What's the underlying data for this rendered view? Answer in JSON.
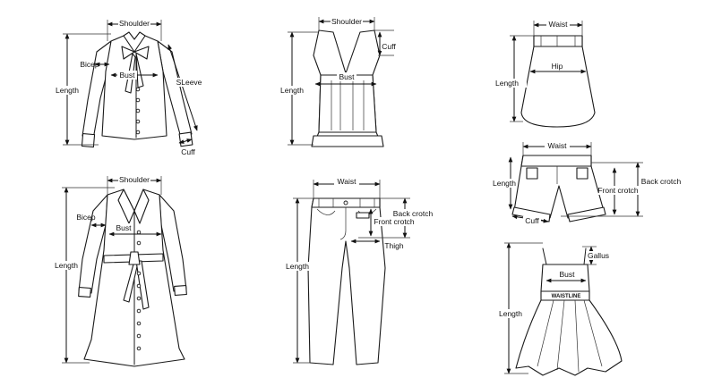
{
  "garments": {
    "blouse": {
      "shoulder": "Shoulder",
      "bicep": "Bicep",
      "bust": "Bust",
      "sleeve": "SLeeve",
      "length": "Length",
      "cuff": "Cuff"
    },
    "coat": {
      "shoulder": "Shoulder",
      "bicep": "Bicep",
      "bust": "Bust",
      "length": "Length"
    },
    "vest": {
      "shoulder": "Shoulder",
      "cuff": "Cuff",
      "bust": "Bust",
      "length": "Length"
    },
    "pants": {
      "waist": "Waist",
      "back_crotch": "Back crotch",
      "front_crotch": "Front crotch",
      "thigh": "Thigh",
      "length": "Length"
    },
    "skirt": {
      "waist": "Waist",
      "hip": "Hip",
      "length": "Length"
    },
    "shorts": {
      "waist": "Waist",
      "back_crotch": "Back crotch",
      "front_crotch": "Front crotch",
      "length": "Length",
      "cuff": "Cuff"
    },
    "dress": {
      "gallus": "Gallus",
      "bust": "Bust",
      "waistline": "WAISTLINE",
      "length": "Length"
    }
  }
}
